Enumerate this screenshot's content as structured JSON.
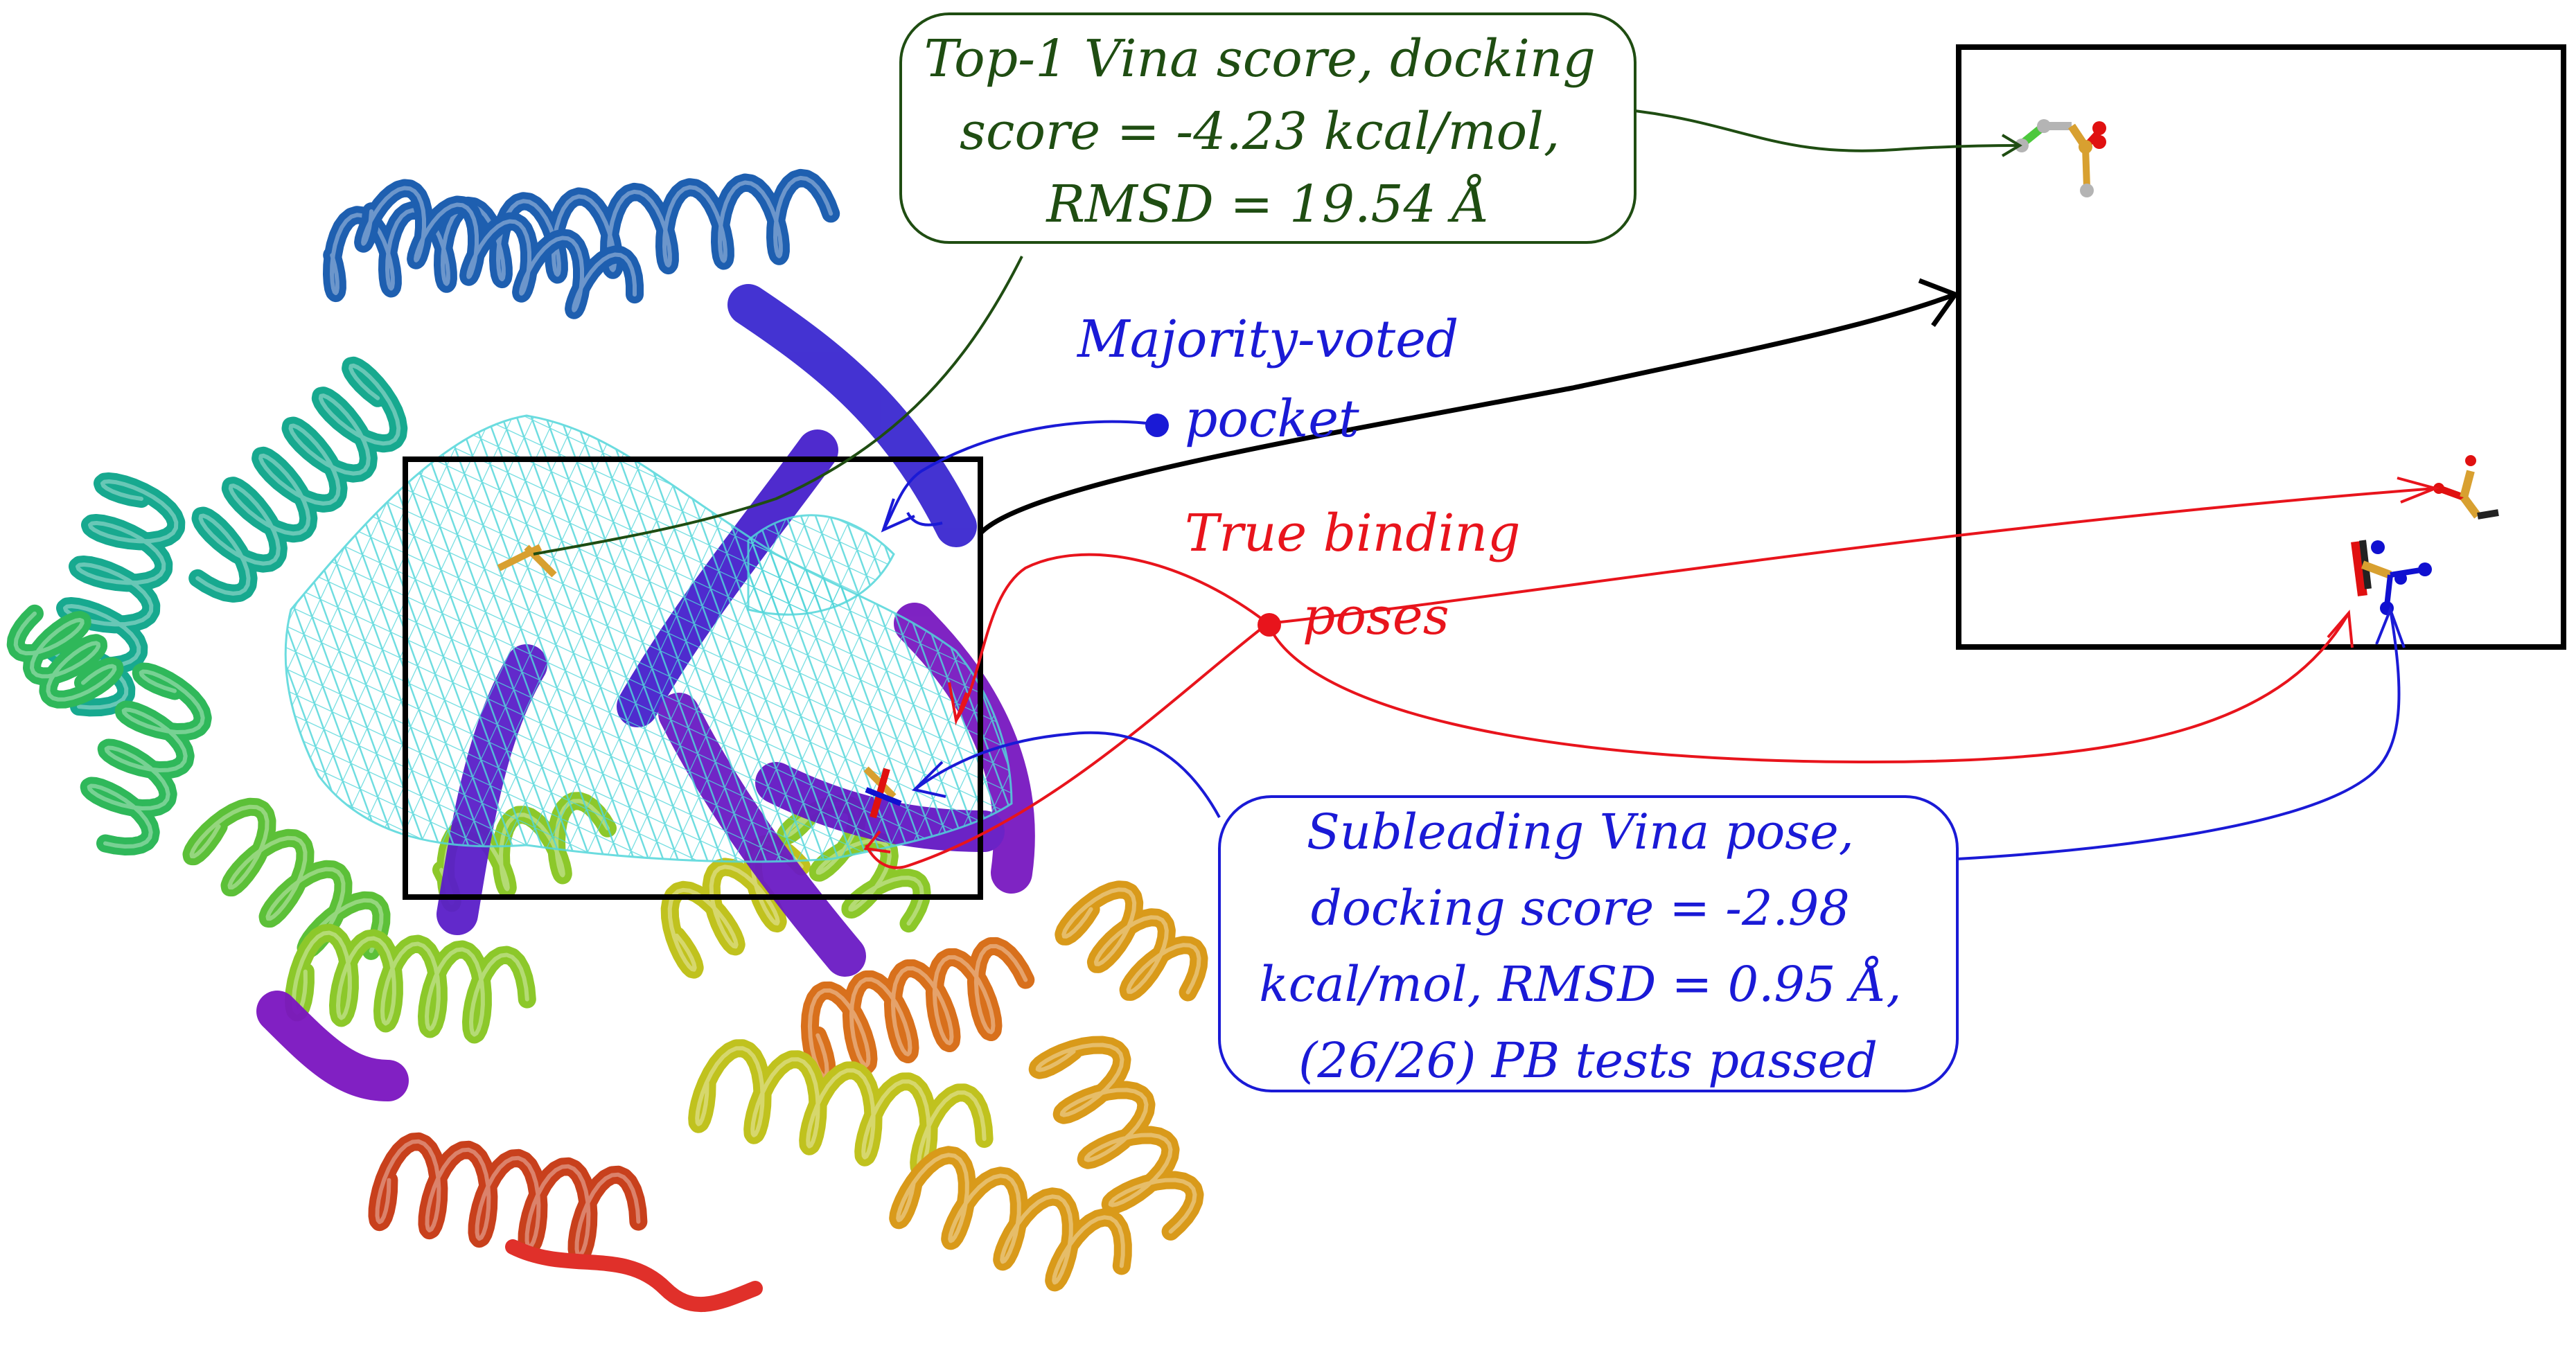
{
  "callouts": {
    "top1": {
      "lines": [
        "Top-1 Vina score, docking",
        "score = -4.23 kcal/mol,",
        "RMSD = 19.54 Å"
      ],
      "color": "#1f4d12"
    },
    "majority": {
      "lines": [
        "Majority-voted",
        "pocket"
      ],
      "color": "#1a1ad6"
    },
    "true_binding": {
      "lines": [
        "True binding",
        "poses"
      ],
      "color": "#e8141c"
    },
    "subleading": {
      "lines": [
        "Subleading Vina pose,",
        "docking score = -2.98",
        "kcal/mol, RMSD = 0.95 Å,",
        "(26/26) PB tests passed"
      ],
      "color": "#1a1ad6"
    }
  },
  "colors": {
    "pocket_mesh": "#52d6da",
    "frame": "#000000",
    "atom_oxygen": "#e01010",
    "atom_nitrogen": "#1010d0",
    "atom_phosphorus": "#d8a030",
    "atom_carbon_grey": "#b4b4b4",
    "atom_chlorine_green": "#4cc83c"
  },
  "protein": {
    "representation": "new-cartoon-rainbow",
    "helix_colors": [
      "#1e5fb0",
      "#1c8fb8",
      "#17a98f",
      "#2fb85a",
      "#5cc038",
      "#8cc82a",
      "#c0c21e",
      "#d99a1a",
      "#d8701c",
      "#c8401c"
    ],
    "sheet_colors": [
      "#3a28d0",
      "#5a1ec8",
      "#7818c0"
    ]
  }
}
